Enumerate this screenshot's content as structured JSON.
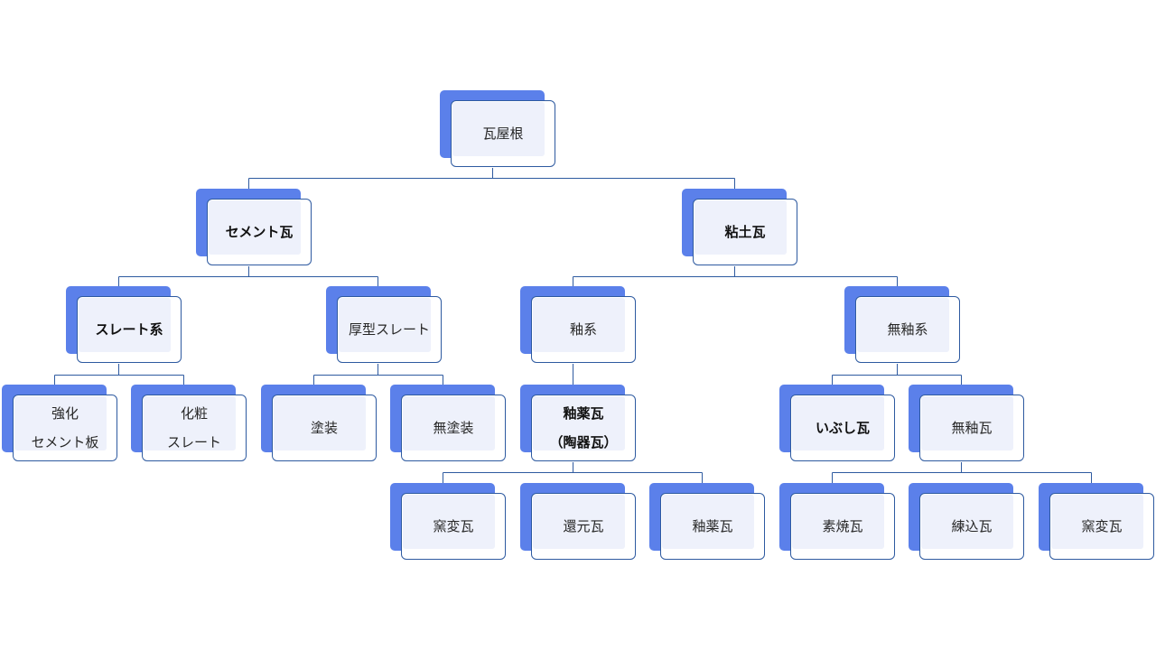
{
  "diagram": {
    "root": {
      "lines": [
        "瓦屋根"
      ]
    },
    "cement": {
      "lines": [
        "セメント瓦"
      ]
    },
    "clay": {
      "lines": [
        "粘土瓦"
      ]
    },
    "slate_type": {
      "lines": [
        "スレート系"
      ]
    },
    "thick_slate": {
      "lines": [
        "厚型スレート"
      ]
    },
    "glazed_type": {
      "lines": [
        "釉系"
      ]
    },
    "unglazed_type": {
      "lines": [
        "無釉系"
      ]
    },
    "reinforced_cement_board": {
      "lines": [
        "強化",
        "セメント板"
      ]
    },
    "decorative_slate": {
      "lines": [
        "化粧",
        "スレート"
      ]
    },
    "painted": {
      "lines": [
        "塗装"
      ]
    },
    "unpainted": {
      "lines": [
        "無塗装"
      ]
    },
    "glazed_tile_ceramic": {
      "lines": [
        "釉薬瓦",
        "（陶器瓦）"
      ]
    },
    "ibushi_tile": {
      "lines": [
        "いぶし瓦"
      ]
    },
    "unglazed_tile": {
      "lines": [
        "無釉瓦"
      ]
    },
    "kiln_change_tile_1": {
      "lines": [
        "窯変瓦"
      ]
    },
    "reduction_tile": {
      "lines": [
        "還元瓦"
      ]
    },
    "glazed_tile": {
      "lines": [
        "釉薬瓦"
      ]
    },
    "bisque_tile": {
      "lines": [
        "素焼瓦"
      ]
    },
    "kneaded_tile": {
      "lines": [
        "練込瓦"
      ]
    },
    "kiln_change_tile_2": {
      "lines": [
        "窯変瓦"
      ]
    }
  },
  "colors": {
    "shadow": "#5b80ea",
    "card_border": "#2e5aa0",
    "card_fill": "#eef1fb",
    "connector": "#2e5aa0"
  }
}
